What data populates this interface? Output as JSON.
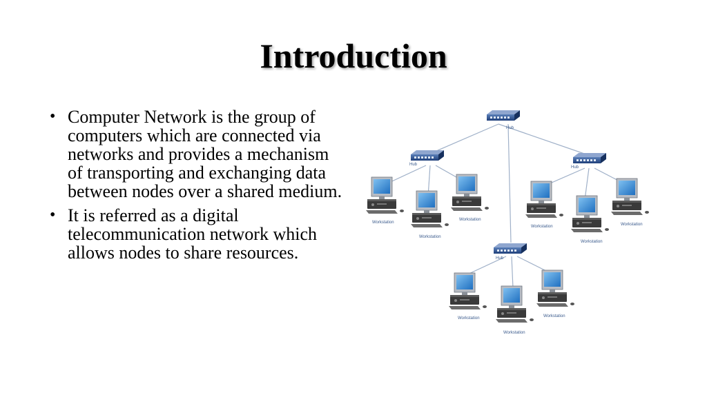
{
  "slide": {
    "title": "Introduction",
    "bullets": [
      "Computer Network is the group of computers which are connected via networks and provides a mechanism of transporting and exchanging data between nodes over a shared medium.",
      "It is referred as a digital telecommunication network which allows nodes to share resources."
    ]
  },
  "diagram": {
    "hub_label": "Hub",
    "workstation_label": "Workstation",
    "colors": {
      "hub_body": "#1f3f7a",
      "link": "#8fa3bf",
      "monitor_screen": "#2f7fd0",
      "tower": "#3a3a3a"
    }
  }
}
